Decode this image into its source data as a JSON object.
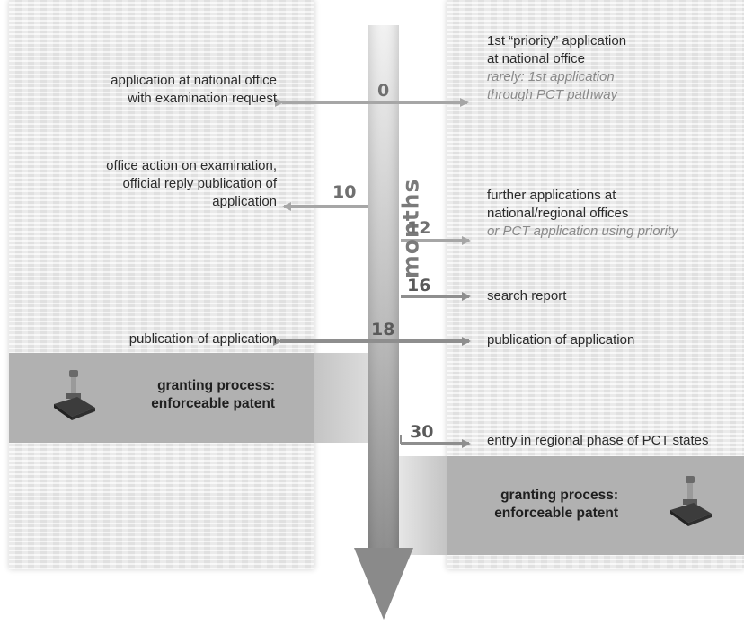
{
  "axis": {
    "label": "months"
  },
  "milestones": [
    {
      "month": "0",
      "left": [
        "application at national office",
        "with examination request"
      ],
      "right": [
        "1st “priority” application",
        "at national office"
      ],
      "right_italic": [
        "rarely: 1st application",
        "through PCT pathway"
      ]
    },
    {
      "month": "10",
      "left": [
        "office action on examination,",
        "official reply publication of",
        "application"
      ]
    },
    {
      "month": "12",
      "right": [
        "further applications at",
        "national/regional offices"
      ],
      "right_italic": [
        "or PCT application using priority"
      ]
    },
    {
      "month": "16",
      "right": [
        "search report"
      ]
    },
    {
      "month": "18",
      "left": [
        "publication of application"
      ],
      "right": [
        "publication of application"
      ]
    },
    {
      "month": "30",
      "right": [
        "entry in regional phase of PCT states"
      ]
    }
  ],
  "granting": {
    "left": [
      "granting process:",
      "enforceable patent"
    ],
    "right": [
      "granting process:",
      "enforceable patent"
    ]
  },
  "colors": {
    "band": "#b1b1b1",
    "arrow": "#a6a6a6",
    "axis_light": "#e8e8e8",
    "axis_dark": "#8a8a8a"
  }
}
